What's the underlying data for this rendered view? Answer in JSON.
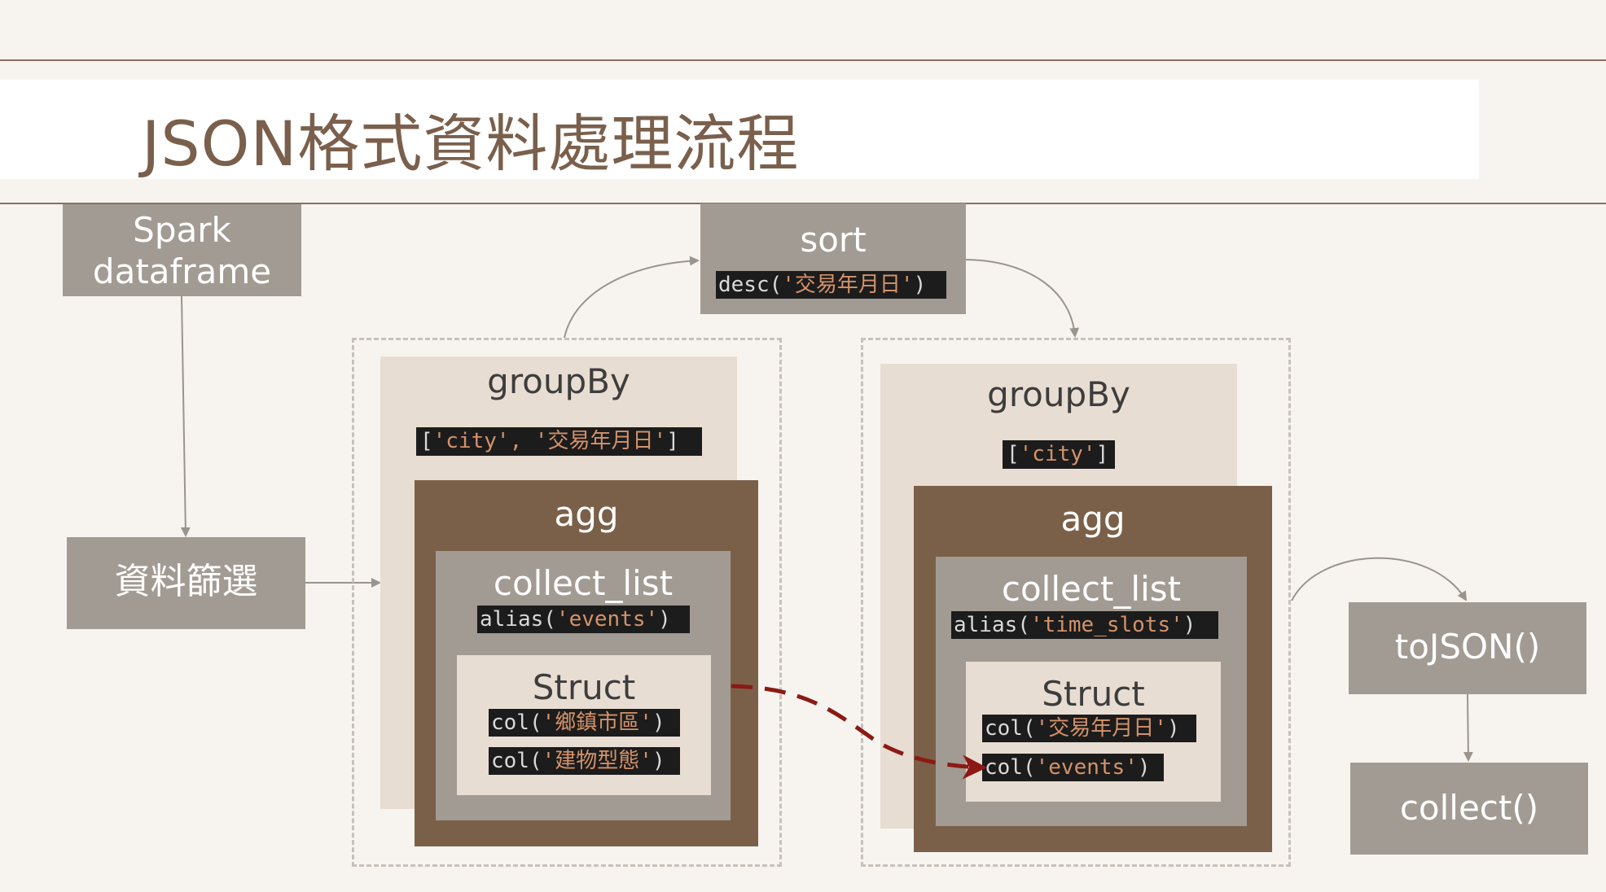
{
  "title": "JSON格式資料處理流程",
  "nodes": {
    "spark_df": "Spark\ndataframe",
    "filter": "資料篩選",
    "sort": {
      "label": "sort",
      "code_fn": "desc(",
      "code_arg": "'交易年月日'",
      "code_end": ")"
    },
    "group1": {
      "label": "groupBy",
      "keys_open": "[",
      "keys_arg": "'city', '交易年月日'",
      "keys_close": "]",
      "agg": "agg",
      "collect_label": "collect_list",
      "alias_fn": "alias(",
      "alias_arg": "'events'",
      "alias_end": ")",
      "struct_label": "Struct",
      "col1_fn": "col(",
      "col1_arg": "'鄉鎮市區'",
      "col1_end": ")",
      "col2_fn": "col(",
      "col2_arg": "'建物型態'",
      "col2_end": ")"
    },
    "group2": {
      "label": "groupBy",
      "keys_open": "[",
      "keys_arg": "'city'",
      "keys_close": "]",
      "agg": "agg",
      "collect_label": "collect_list",
      "alias_fn": "alias(",
      "alias_arg": "'time_slots'",
      "alias_end": ")",
      "struct_label": "Struct",
      "col1_fn": "col(",
      "col1_arg": "'交易年月日'",
      "col1_end": ")",
      "col2_fn": "col(",
      "col2_arg": "'events'",
      "col2_end": ")"
    },
    "to_json": "toJSON()",
    "collect": "collect()"
  },
  "colors": {
    "background": "#f7f4f0",
    "title": "#7a604c",
    "gray_box": "#a29b93",
    "sand_box": "#e8ddd2",
    "brown_box": "#7b6049",
    "code_bg": "#1c1c1c",
    "code_string": "#d4926a",
    "dashed_arrow": "#8b1a14"
  }
}
